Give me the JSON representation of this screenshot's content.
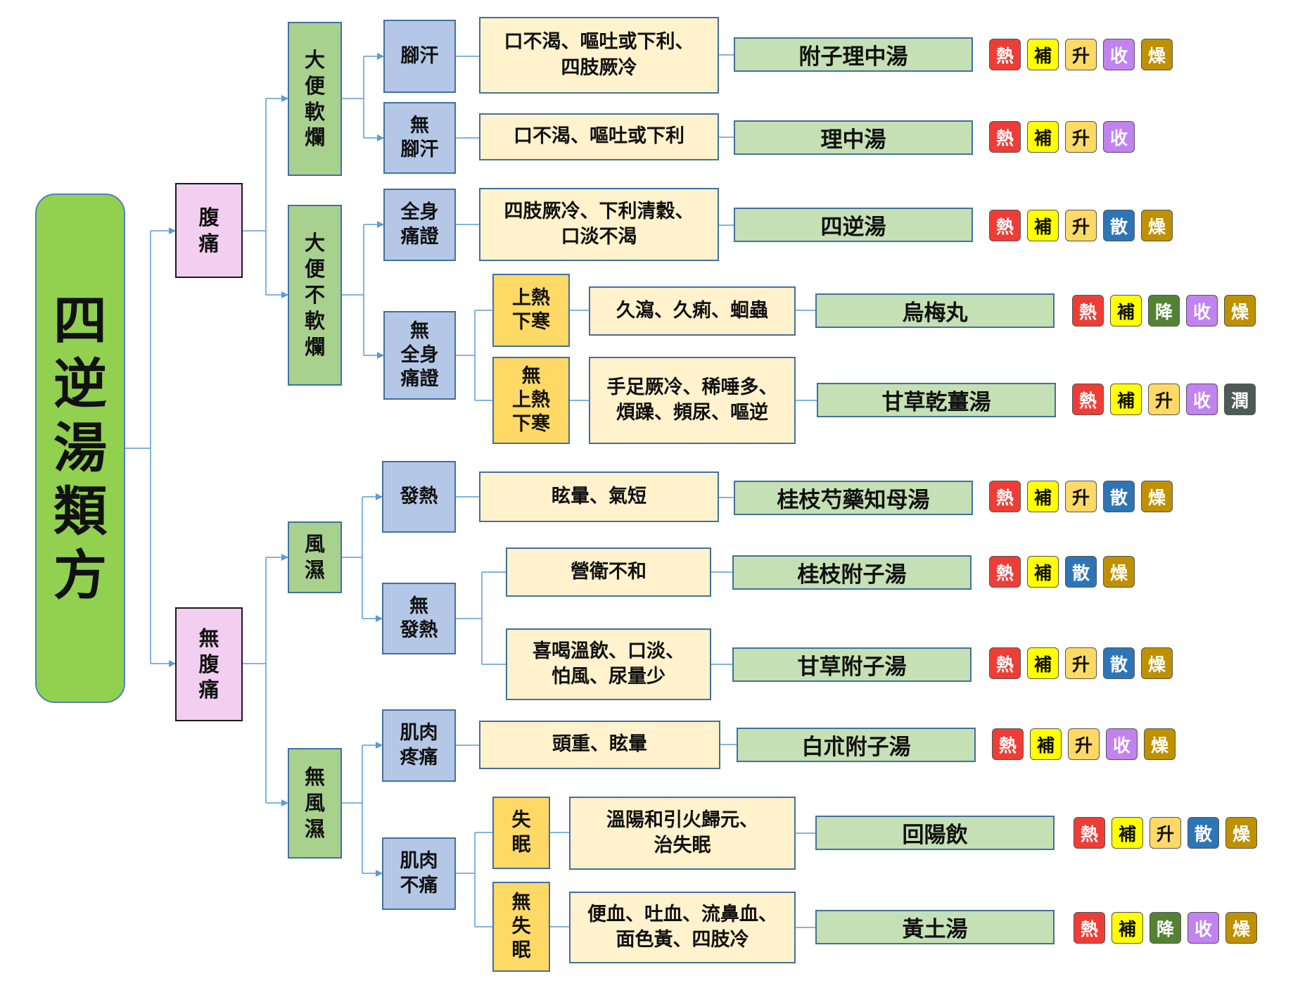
{
  "root": "四逆湯類方",
  "tag_colors": {
    "熱": "#ee3d36",
    "補": "#ffff00",
    "升": "#ffd966",
    "收": "#c183f0",
    "燥": "#bf9000",
    "散": "#2e75b6",
    "降": "#548235",
    "潤": "#4d5a55"
  },
  "tag_text_colors": {
    "熱": "#ffffff",
    "補": "#111111",
    "升": "#111111",
    "收": "#ffffff",
    "燥": "#ffffff",
    "散": "#ffffff",
    "降": "#ffffff",
    "潤": "#ffffff"
  },
  "level1": [
    {
      "label": "腹\n痛"
    },
    {
      "label": "無\n腹\n痛"
    }
  ],
  "level2": [
    {
      "label": "大\n便\n軟\n爛"
    },
    {
      "label": "大\n便\n不\n軟\n爛"
    },
    {
      "label": "風\n濕"
    },
    {
      "label": "無\n風\n濕"
    }
  ],
  "level3": [
    {
      "label": "腳汗"
    },
    {
      "label": "無\n腳汗"
    },
    {
      "label": "全身\n痛證"
    },
    {
      "label": "無\n全身\n痛證"
    },
    {
      "label": "發熱"
    },
    {
      "label": "無\n發熱"
    },
    {
      "label": "肌肉\n疼痛"
    },
    {
      "label": "肌肉\n不痛"
    }
  ],
  "level4": [
    {
      "label": "上熱\n下寒"
    },
    {
      "label": "無\n上熱\n下寒"
    },
    {
      "label": "失\n眠"
    },
    {
      "label": "無\n失\n眠"
    }
  ],
  "rows": [
    {
      "symptoms": "口不渴、嘔吐或下利、\n四肢厥冷",
      "formula": "附子理中湯",
      "tags": [
        "熱",
        "補",
        "升",
        "收",
        "燥"
      ]
    },
    {
      "symptoms": "口不渴、嘔吐或下利",
      "formula": "理中湯",
      "tags": [
        "熱",
        "補",
        "升",
        "收"
      ]
    },
    {
      "symptoms": "四肢厥冷、下利清穀、\n口淡不渴",
      "formula": "四逆湯",
      "tags": [
        "熱",
        "補",
        "升",
        "散",
        "燥"
      ]
    },
    {
      "symptoms": "久瀉、久痢、蛔蟲",
      "formula": "烏梅丸",
      "tags": [
        "熱",
        "補",
        "降",
        "收",
        "燥"
      ]
    },
    {
      "symptoms": "手足厥冷、稀唾多、\n煩躁、頻尿、嘔逆",
      "formula": "甘草乾薑湯",
      "tags": [
        "熱",
        "補",
        "升",
        "收",
        "潤"
      ]
    },
    {
      "symptoms": "眩暈、氣短",
      "formula": "桂枝芍藥知母湯",
      "tags": [
        "熱",
        "補",
        "升",
        "散",
        "燥"
      ]
    },
    {
      "symptoms": "營衛不和",
      "formula": "桂枝附子湯",
      "tags": [
        "熱",
        "補",
        "散",
        "燥"
      ]
    },
    {
      "symptoms": "喜喝溫飲、口淡、\n怕風、尿量少",
      "formula": "甘草附子湯",
      "tags": [
        "熱",
        "補",
        "升",
        "散",
        "燥"
      ]
    },
    {
      "symptoms": "頭重、眩暈",
      "formula": "白朮附子湯",
      "tags": [
        "熱",
        "補",
        "升",
        "收",
        "燥"
      ]
    },
    {
      "symptoms": "溫陽和引火歸元、\n治失眠",
      "formula": "回陽飲",
      "tags": [
        "熱",
        "補",
        "升",
        "散",
        "燥"
      ]
    },
    {
      "symptoms": "便血、吐血、流鼻血、\n面色黃、四肢冷",
      "formula": "黃土湯",
      "tags": [
        "熱",
        "補",
        "降",
        "收",
        "燥"
      ]
    }
  ]
}
